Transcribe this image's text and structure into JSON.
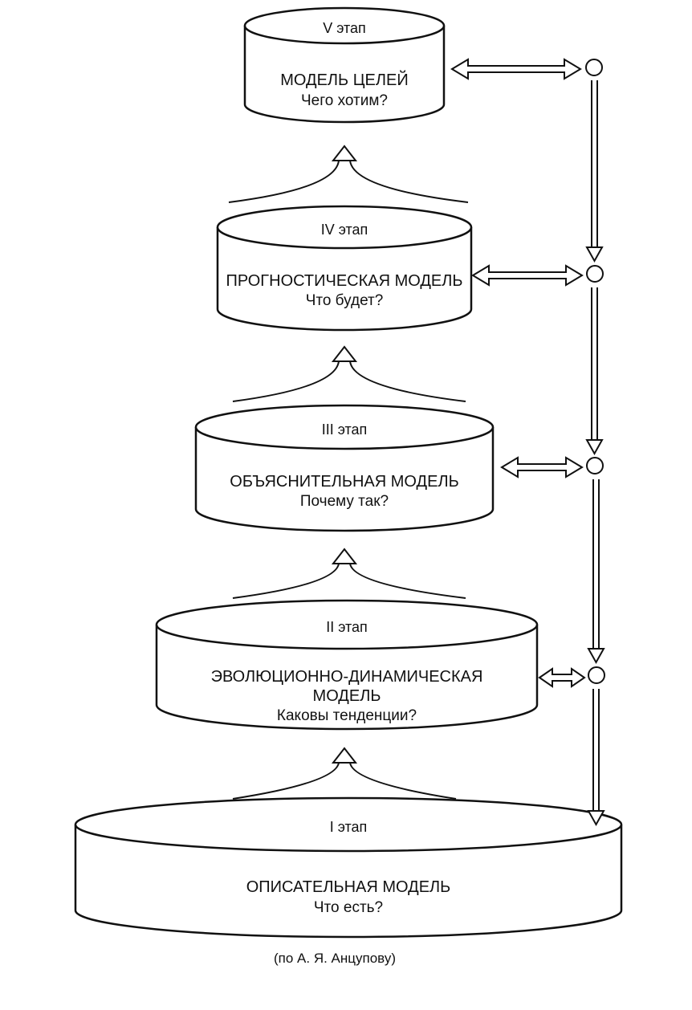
{
  "stages": [
    {
      "stage": "V этап",
      "title": [
        "МОДЕЛЬ ЦЕЛЕЙ"
      ],
      "question": "Чего хотим?"
    },
    {
      "stage": "IV этап",
      "title": [
        "ПРОГНОСТИЧЕСКАЯ МОДЕЛЬ"
      ],
      "question": "Что будет?"
    },
    {
      "stage": "III этап",
      "title": [
        "ОБЪЯСНИТЕЛЬНАЯ МОДЕЛЬ"
      ],
      "question": "Почему так?"
    },
    {
      "stage": "II этап",
      "title": [
        "ЭВОЛЮЦИОННО-ДИНАМИЧЕСКАЯ",
        "МОДЕЛЬ"
      ],
      "question": "Каковы тенденции?"
    },
    {
      "stage": "I этап",
      "title": [
        "ОПИСАТЕЛЬНАЯ МОДЕЛЬ"
      ],
      "question": "Что есть?"
    }
  ],
  "source": "(по А. Я. Анцупову)"
}
